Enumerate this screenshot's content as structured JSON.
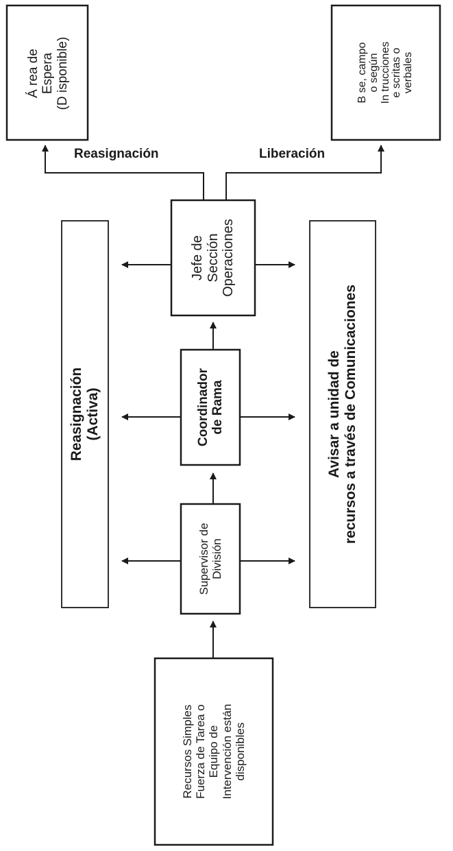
{
  "top_left_box": "Á rea de\nEspera\n(D isponible)",
  "top_right_box": "B se, campo\no según\nIn trucciones\ne scritas o\nverbales",
  "label_left": "Reasignación",
  "label_right": "Liberación",
  "jefe_box": "Jefe de\nSección\nOperaciones",
  "coordinador_box": "Coordinador\nde Rama",
  "supervisor_box": "Supervisor de\nDivisión",
  "left_panel": "Reasignación\n(Activa)",
  "right_panel": "Avisar a unidad de\nrecursos a través de Comunicaciones",
  "bottom_box": "Recursos Simples\nFuerza de Tarea o\nEquipo de\nIntervención están\ndisponibles"
}
